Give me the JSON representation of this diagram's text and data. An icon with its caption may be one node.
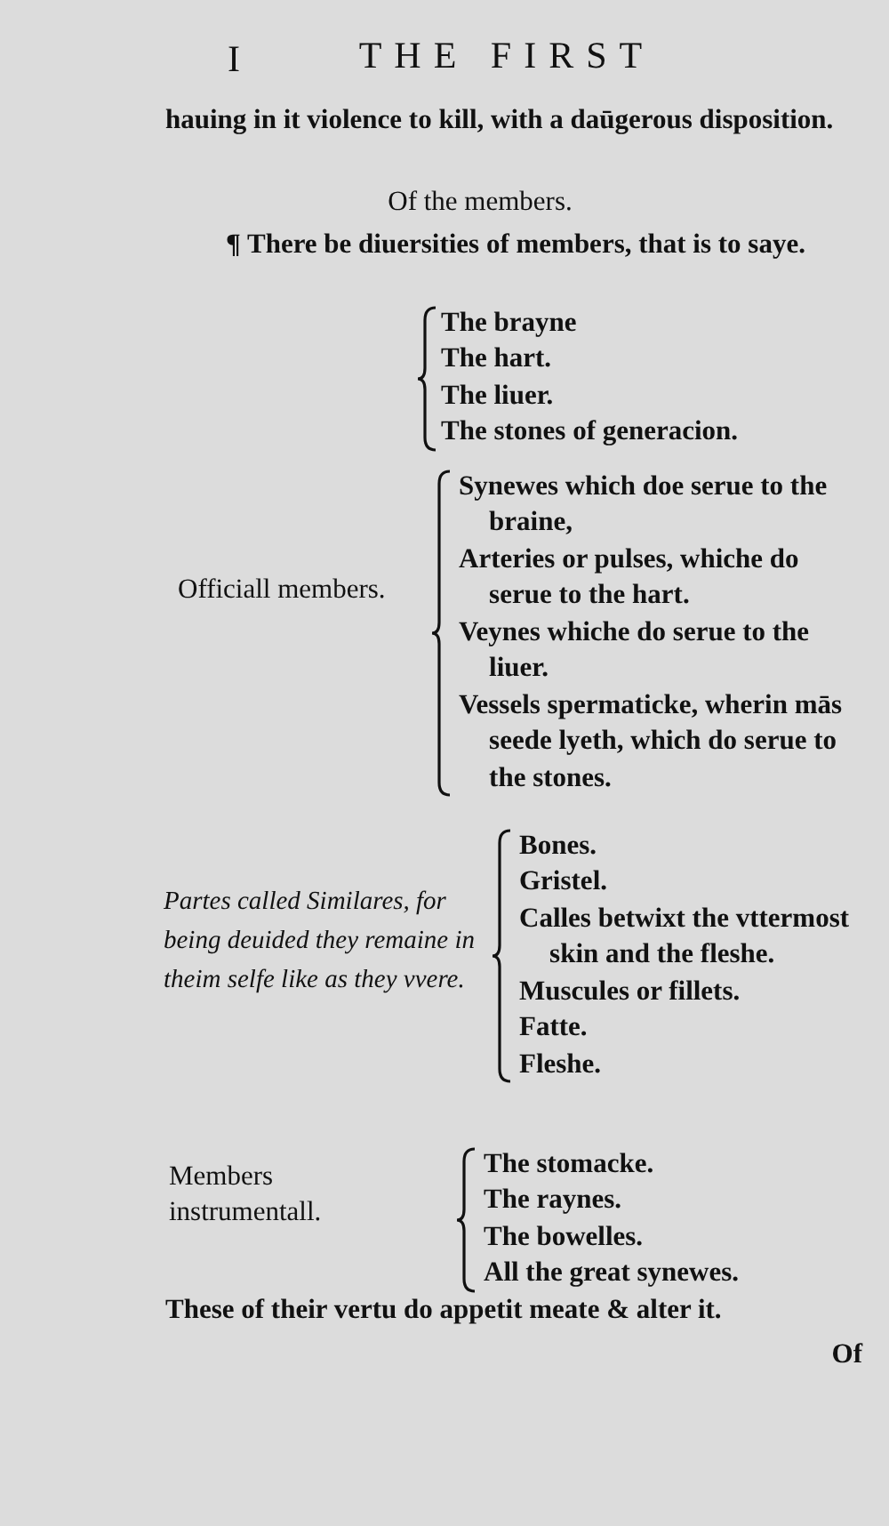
{
  "diagram": {
    "title": "THE FIRST",
    "labels": [
      "I",
      "hauing in it violence to kill, with a daūgerous disposition.",
      "Of the members.",
      "¶ There be diuersities of members, that is to saye.",
      "The brayne",
      "The hart.",
      "The liuer.",
      "The stones of generacion.",
      "Officiall members.",
      "Synewes which doe serue to the braine,",
      "Arteries or pulses, whiche do serue to the hart.",
      "Veynes whiche do serue to the liuer.",
      "Vessels spermaticke, wherin mās seede lyeth, which do serue to the stones.",
      "Partes called Similares, for being deuided they remaine in theim selfe like as they vvere.",
      "Bones.",
      "Gristel.",
      "Calles betwixt the vttermost skin and the fleshe.",
      "Muscules or fillets.",
      "Fatte.",
      "Fleshe.",
      "Members instrumentall.",
      "The stomacke.",
      "The raynes.",
      "The bowelles.",
      "All the great synewes.",
      "These of their vertu do appetit meate & alter it.",
      "Of"
    ]
  }
}
